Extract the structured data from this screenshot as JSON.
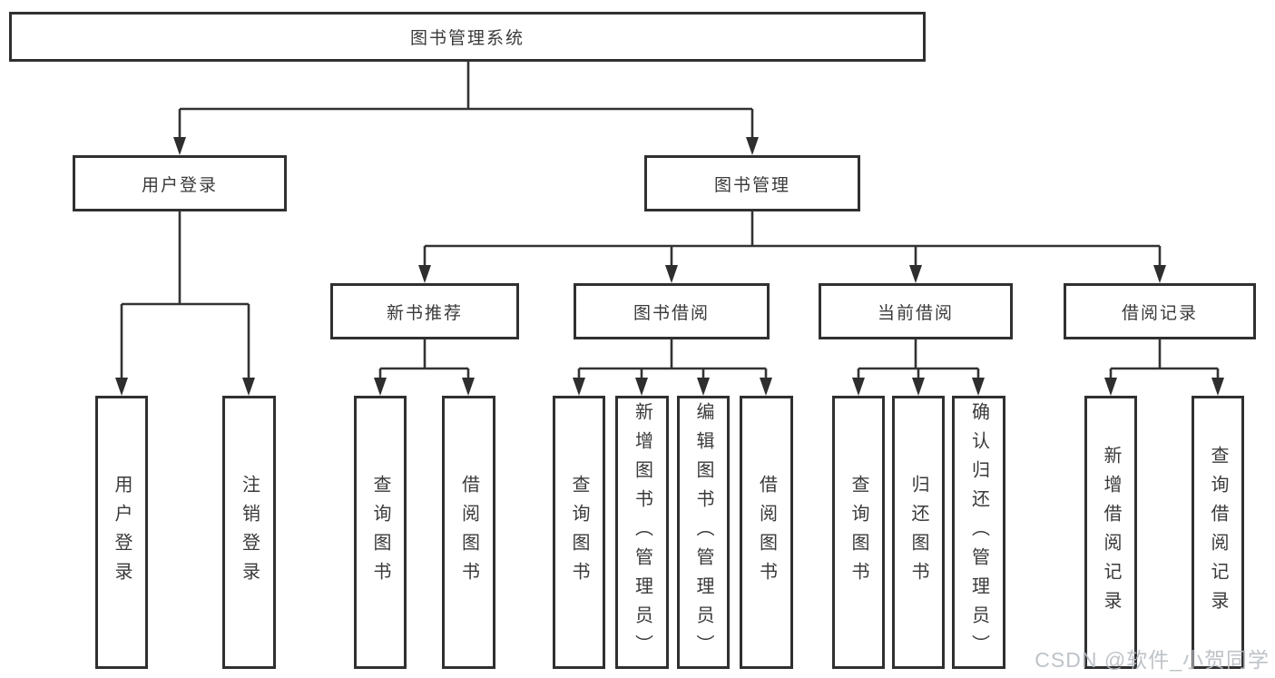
{
  "diagram_title": "图书管理系统",
  "colors": {
    "line": "#333333",
    "box_border": "#303030",
    "box_fill": "#ffffff",
    "text": "#3a3a3a",
    "watermark": "#b7bcc2",
    "background": "#ffffff"
  },
  "watermark": {
    "text": "CSDN @软件_小贺同学"
  },
  "tree": {
    "root": {
      "label": "图书管理系统",
      "children": [
        {
          "label": "用户登录",
          "children": [
            {
              "label": "用户登录"
            },
            {
              "label": "注销登录"
            }
          ]
        },
        {
          "label": "图书管理",
          "children": [
            {
              "label": "新书推荐",
              "children": [
                {
                  "label": "查询图书"
                },
                {
                  "label": "借阅图书"
                }
              ]
            },
            {
              "label": "图书借阅",
              "children": [
                {
                  "label": "查询图书"
                },
                {
                  "label": "新增图书（管理员）"
                },
                {
                  "label": "编辑图书（管理员）"
                },
                {
                  "label": "借阅图书"
                }
              ]
            },
            {
              "label": "当前借阅",
              "children": [
                {
                  "label": "查询图书"
                },
                {
                  "label": "归还图书"
                },
                {
                  "label": "确认归还（管理员）"
                }
              ]
            },
            {
              "label": "借阅记录",
              "children": [
                {
                  "label": "新增借阅记录"
                },
                {
                  "label": "查询借阅记录"
                }
              ]
            }
          ]
        }
      ]
    }
  }
}
